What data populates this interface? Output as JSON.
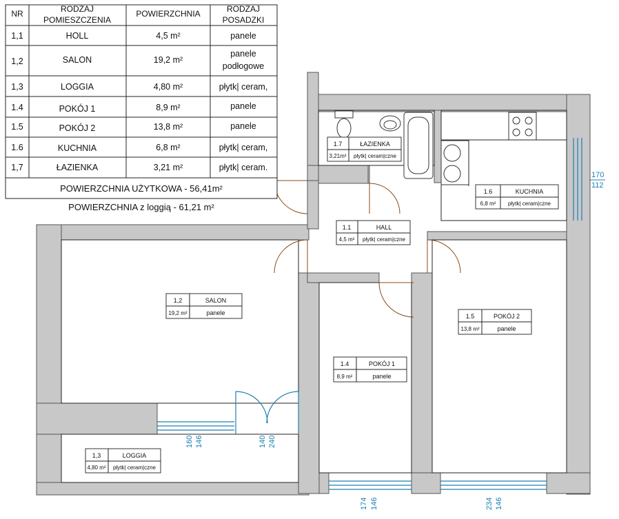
{
  "table": {
    "headers": {
      "nr": "NR",
      "room_a": "RODZAJ",
      "room_b": "POMIESZCZENIA",
      "area": "POWIERZCHNIA",
      "floor_a": "RODZAJ",
      "floor_b": "POSADZKI"
    },
    "rows": [
      {
        "nr": "1,1",
        "name": "HOLL",
        "area": "4,5 m²",
        "floor": "panele",
        "floor2": ""
      },
      {
        "nr": "1,2",
        "name": "SALON",
        "area": "19,2 m²",
        "floor": "panele",
        "floor2": "podłogowe"
      },
      {
        "nr": "1,3",
        "name": "LOGGIA",
        "area": "4,80 m²",
        "floor": "płytk| ceram,",
        "floor2": ""
      },
      {
        "nr": "1.4",
        "name": "POKÓJ 1",
        "area": "8,9 m²",
        "floor": "panele",
        "floor2": ""
      },
      {
        "nr": "1.5",
        "name": "POKÓJ 2",
        "area": "13,8 m²",
        "floor": "panele",
        "floor2": ""
      },
      {
        "nr": "1.6",
        "name": "KUCHNIA",
        "area": "6,8 m²",
        "floor": "płytk| ceram,",
        "floor2": ""
      },
      {
        "nr": "1,7",
        "name": "ŁAZIENKA",
        "area": "3,21 m²",
        "floor": "płytk| ceram.",
        "floor2": ""
      }
    ],
    "total_usable": "POWIERZCHNIA UŻYTKOWA  - 56,41m²",
    "total_loggia": "POWIERZCHNIA z loggią  -  61,21  m²"
  },
  "labels": [
    {
      "id": "lazienka",
      "nr": "1.7",
      "name": "ŁAZIENKA",
      "area": "3,21m²",
      "floor": "płytk| ceram|czne"
    },
    {
      "id": "kuchnia",
      "nr": "1.6",
      "name": "KUCHNIA",
      "area": "6,8 m²",
      "floor": "płytk| ceram|czne"
    },
    {
      "id": "hall",
      "nr": "1.1",
      "name": "HALL",
      "area": "4,5 m²",
      "floor": "płytk| ceram|czne"
    },
    {
      "id": "salon",
      "nr": "1,2",
      "name": "SALON",
      "area": "19,2 m²",
      "floor": "panele"
    },
    {
      "id": "pokoj2",
      "nr": "1.5",
      "name": "POKÓJ 2",
      "area": "13,8 m²",
      "floor": "panele"
    },
    {
      "id": "pokoj1",
      "nr": "1.4",
      "name": "POKÓJ 1",
      "area": "8,9 m²",
      "floor": "panele"
    },
    {
      "id": "loggia",
      "nr": "1,3",
      "name": "LOGGIA",
      "area": "4,80 m²",
      "floor": "płytk| ceram|czne"
    }
  ],
  "dimensions": {
    "kitchen_window_top": "170",
    "kitchen_window_bottom": "112",
    "salon_window_a": "160",
    "salon_window_b": "146",
    "balcony_door_a": "140",
    "balcony_door_b": "240",
    "pokoj1_window_a": "174",
    "pokoj1_window_b": "146",
    "pokoj2_window_a": "234",
    "pokoj2_window_b": "146"
  },
  "colors": {
    "wall_fill": "#c8c8c8",
    "window": "#1a7fb0",
    "door_arc": "#8a4a1a"
  }
}
